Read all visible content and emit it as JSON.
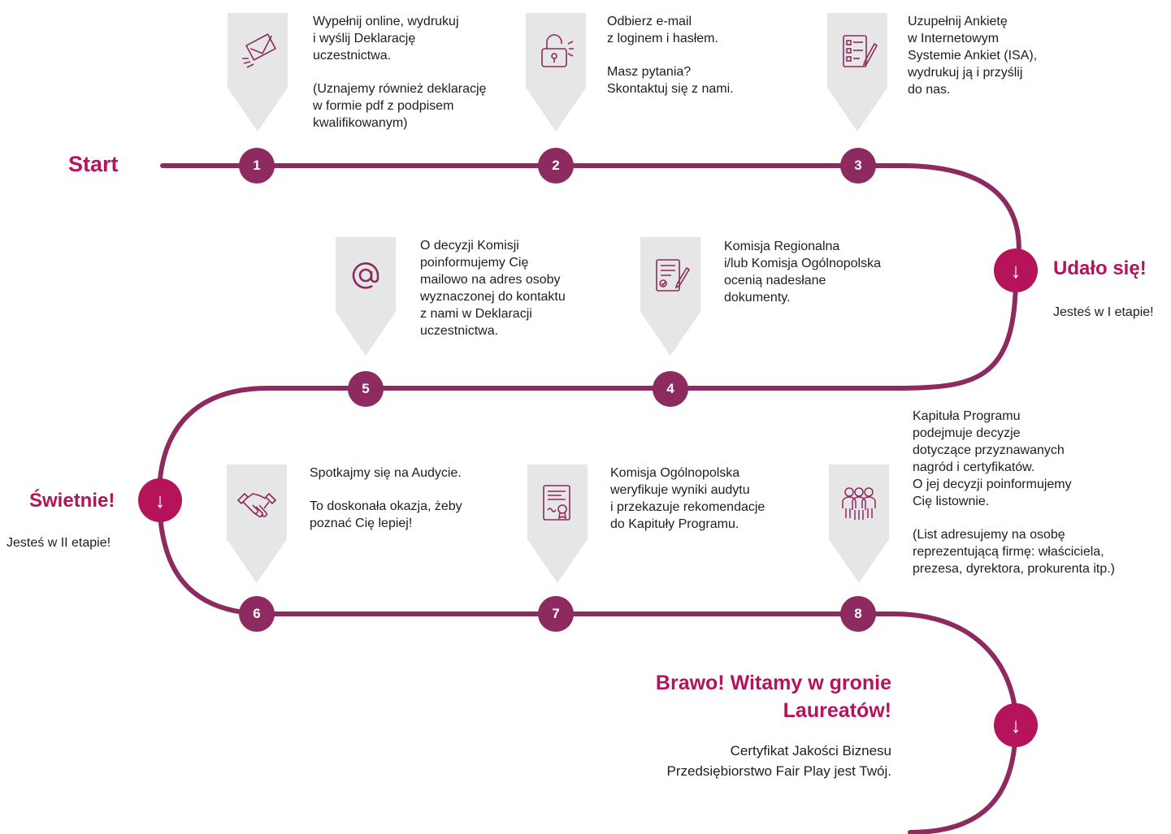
{
  "colors": {
    "path": "#8d2a5f",
    "accent": "#b5135a",
    "marker": "#e6e6e6",
    "icon": "#8d2a5f"
  },
  "start_label": "Start",
  "steps": [
    {
      "number": "1",
      "icon": "envelope-icon",
      "paragraphs": [
        "Wypełnij online, wydrukuj\ni wyślij Deklarację\nuczestnictwa.",
        "(Uznajemy również deklarację\nw formie pdf z podpisem\nkwalifikowanym)"
      ]
    },
    {
      "number": "2",
      "icon": "padlock-icon",
      "paragraphs": [
        "Odbierz e-mail\nz loginem i hasłem.",
        "Masz pytania?\nSkontaktuj się z nami."
      ]
    },
    {
      "number": "3",
      "icon": "survey-form-icon",
      "paragraphs": [
        "Uzupełnij Ankietę\nw Internetowym\nSystemie Ankiet (ISA),\nwydrukuj ją i przyślij\ndo nas."
      ]
    },
    {
      "number": "4",
      "icon": "signed-document-icon",
      "paragraphs": [
        "Komisja Regionalna\ni/lub Komisja Ogólnopolska\nocenią nadesłane\ndokumenty."
      ]
    },
    {
      "number": "5",
      "icon": "at-sign-icon",
      "paragraphs": [
        "O decyzji Komisji\npoinformujemy Cię\nmailowo na adres osoby\nwyznaczonej do kontaktu\nz nami w Deklaracji\nuczestnictwa."
      ]
    },
    {
      "number": "6",
      "icon": "handshake-icon",
      "paragraphs": [
        "Spotkajmy się na Audycie.",
        "To doskonała okazja, żeby\npoznać Cię lepiej!"
      ]
    },
    {
      "number": "7",
      "icon": "certificate-icon",
      "paragraphs": [
        "Komisja Ogólnopolska\nweryfikuje wyniki audytu\ni przekazuje rekomendacje\ndo Kapituły Programu."
      ]
    },
    {
      "number": "8",
      "icon": "group-of-people-icon",
      "paragraphs": [
        "Kapituła Programu\npodejmuje decyzje\ndotyczące przyznawanych\nnagród i certyfikatów.\nO jej decyzji poinformujemy\nCię listownie.",
        "(List adresujemy na osobę\nreprezentującą firmę: właściciela,\nprezesa, dyrektora, prokurenta itp.)"
      ]
    }
  ],
  "milestones": [
    {
      "title": "Udało się!",
      "subtitle": "Jesteś w I etapie!",
      "arrow": "↓"
    },
    {
      "title": "Świetnie!",
      "subtitle": "Jesteś w II etapie!",
      "arrow": "↓"
    },
    {
      "title": "Brawo! Witamy w gronie\nLaureatów!",
      "subtitle": "Certyfikat Jakości Biznesu\nPrzedsiębiorstwo Fair Play jest Twój.",
      "arrow": "↓"
    }
  ]
}
